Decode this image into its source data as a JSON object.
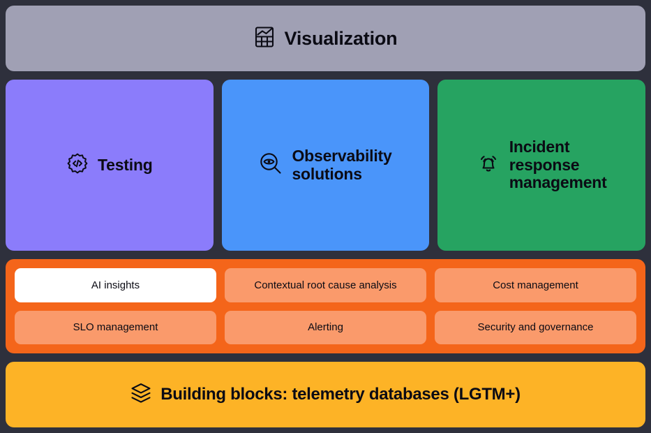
{
  "visualization": {
    "label": "Visualization",
    "icon": "chart-grid-icon",
    "background": "#a0a0b4"
  },
  "cards": [
    {
      "label": "Testing",
      "icon": "code-badge-icon",
      "background": "#8b7cfb"
    },
    {
      "label": "Observability solutions",
      "line1": "Observability",
      "line2": "solutions",
      "icon": "eye-magnifier-icon",
      "background": "#4a95fa"
    },
    {
      "label": "Incident response management",
      "line1": "Incident",
      "line2": "response",
      "line3": "management",
      "icon": "alert-bell-icon",
      "background": "#26a361"
    }
  ],
  "capabilities": {
    "background": "#f4651a",
    "pill_background": "#fa9a6b",
    "highlight_background": "#ffffff",
    "rows": [
      [
        {
          "label": "AI insights",
          "highlighted": true
        },
        {
          "label": "Contextual root cause analysis",
          "highlighted": false
        },
        {
          "label": "Cost management",
          "highlighted": false
        }
      ],
      [
        {
          "label": "SLO management",
          "highlighted": false
        },
        {
          "label": "Alerting",
          "highlighted": false
        },
        {
          "label": "Security and governance",
          "highlighted": false
        }
      ]
    ]
  },
  "building_blocks": {
    "label": "Building blocks: telemetry databases (LGTM+)",
    "icon": "layers-stack-icon",
    "background": "#fdb326"
  },
  "page": {
    "background": "#2e303c"
  }
}
